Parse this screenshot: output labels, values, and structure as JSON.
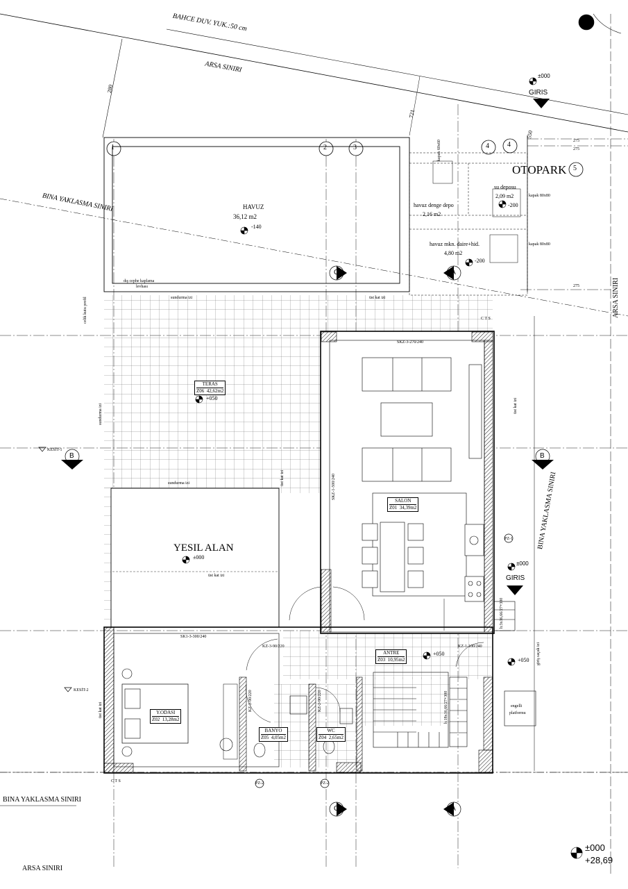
{
  "site": {
    "garden_wall": "BAHCE DUV. YUK.:50 cm",
    "plot_boundary": "ARSA SINIRI",
    "plot_boundary_right": "ARSA SINIRI",
    "plot_boundary_bottom": "ARSA SINIRI",
    "approach_top": "BINA YAKLASMA SINIRI",
    "approach_right": "BINA YAKLASMA SINIRI",
    "approach_bottom": "BINA YAKLASMA SINIRI",
    "dim_280": "280",
    "dim_721": "721",
    "dim_550": "550",
    "dim_275_a": "275",
    "dim_275_b": "275",
    "dim_275_c": "275"
  },
  "axes": {
    "a1": "1",
    "a2": "2",
    "a3": "3",
    "a4a": "4",
    "a4b": "4",
    "a5": "5"
  },
  "sections": {
    "c_top": "C",
    "c_bottom": "C",
    "a_top": "A",
    "a_bottom": "A",
    "b_left": "B",
    "b_right": "B",
    "kesit1": "KESİT-1",
    "kesit2": "KESİT-2"
  },
  "entrances": {
    "giris_top": "GIRIS",
    "giris_top_level": "±000",
    "giris_mid": "GIRIS",
    "giris_mid_level": "±000"
  },
  "pool": {
    "name": "HAVUZ",
    "area": "36,12 m2",
    "level": "-140"
  },
  "parking": {
    "name": "OTOPARK",
    "num": "5",
    "water_tank": "su deposu",
    "water_tank_area": "2,09 m2",
    "water_tank_level": "-200",
    "balance_tank": "havuz denge depo",
    "balance_tank_area": "2,16 m2",
    "machine_room": "havuz mkn. daire+hid.",
    "machine_room_area": "4,80 m2",
    "machine_level": "-200",
    "cover1": "kapak 60x60",
    "cover2": "kapak 80x80",
    "cover3": "kapak 80x80"
  },
  "rooms": {
    "teras": {
      "name": "TERAS",
      "code": "Z06",
      "area": "42,62m2",
      "level": "+050"
    },
    "salon": {
      "name": "SALON",
      "code": "Z01",
      "area": "34,39m2"
    },
    "antre": {
      "name": "ANTRE",
      "code": "Z03",
      "area": "10,95m2",
      "level": "+050"
    },
    "yodasi": {
      "name": "Y.ODASI",
      "code": "Z02",
      "area": "13,28m2"
    },
    "banyo": {
      "name": "BANYO",
      "code": "Z05",
      "area": "4,05m2"
    },
    "wc": {
      "name": "WC",
      "code": "Z04",
      "area": "2,65m2"
    }
  },
  "green": {
    "name": "YESIL ALAN",
    "level": "±000",
    "note": "üst kat izi"
  },
  "notes": {
    "cladding": "dış cephe kaplama",
    "cladding2": "levhası",
    "profile": "celik kutu profil",
    "canopy_top": "sundurma izi",
    "canopy_mid": "sundurma izi",
    "canopy_left": "sundurma izi",
    "upper_top": "üst kat izi",
    "upper_right": "üst kat izi",
    "upper_mid": "üst kat izi",
    "upper_left": "üst kat izi",
    "entry_canopy": "giriş saçak izi",
    "lift": "engelli",
    "lift2": "platformu",
    "ramp_level": "+050",
    "cts": "C T S",
    "door_sk": "SKZ-3-270/240",
    "door_sk1": "SK1-3-300/240",
    "door_sk2": "SKZ-1-500/240",
    "door_kz1": "KZ-3-90/220",
    "door_kz2": "KZ-1-100/240",
    "door_kz3": "KZ-2-90/220",
    "door_kz4": "KZ-2-90/220",
    "pz1": "PZ-1",
    "pz2": "PZ-2",
    "pz3": "PZ-2",
    "stairs_info": "h:18x16,66/27+300",
    "stairs_small": "h:3x16,66/27+300",
    "final_level1": "±000",
    "final_level2": "+28,69"
  }
}
